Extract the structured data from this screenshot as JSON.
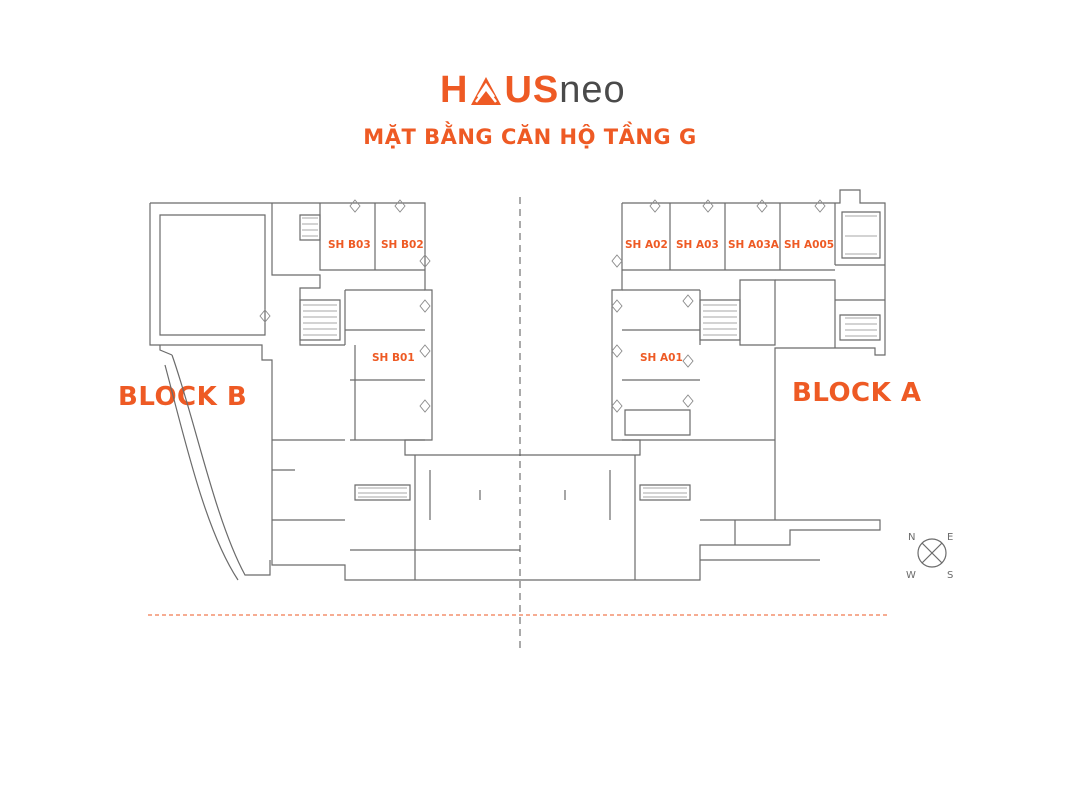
{
  "brand": {
    "logo_part1": "H",
    "logo_part2": "US",
    "logo_part3": "neo",
    "primary_color": "#ee5a24",
    "dark_color": "#4a4a4a"
  },
  "plan": {
    "title": "MẶT BẰNG CĂN HỘ TẦNG G",
    "block_b_label": "BLOCK B",
    "block_a_label": "BLOCK A",
    "units_b": [
      "SH B03",
      "SH B02",
      "SH B01"
    ],
    "units_a": [
      "SH A02",
      "SH A03",
      "SH A03A",
      "SH A005",
      "SH A01"
    ]
  },
  "compass": {
    "n": "N",
    "e": "E",
    "w": "W",
    "s": "S"
  }
}
